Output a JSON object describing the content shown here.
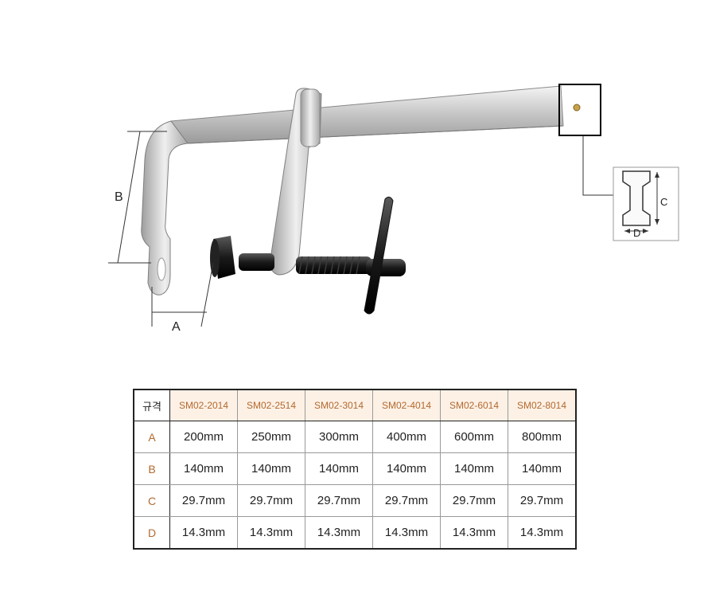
{
  "figure": {
    "dimension_labels": {
      "a": "A",
      "b": "B",
      "c": "C",
      "d": "D"
    }
  },
  "table": {
    "corner_label": "규격",
    "models": [
      "SM02-2014",
      "SM02-2514",
      "SM02-3014",
      "SM02-4014",
      "SM02-6014",
      "SM02-8014"
    ],
    "rows": [
      {
        "label": "A",
        "values": [
          "200mm",
          "250mm",
          "300mm",
          "400mm",
          "600mm",
          "800mm"
        ]
      },
      {
        "label": "B",
        "values": [
          "140mm",
          "140mm",
          "140mm",
          "140mm",
          "140mm",
          "140mm"
        ]
      },
      {
        "label": "C",
        "values": [
          "29.7mm",
          "29.7mm",
          "29.7mm",
          "29.7mm",
          "29.7mm",
          "29.7mm"
        ]
      },
      {
        "label": "D",
        "values": [
          "14.3mm",
          "14.3mm",
          "14.3mm",
          "14.3mm",
          "14.3mm",
          "14.3mm"
        ]
      }
    ]
  }
}
